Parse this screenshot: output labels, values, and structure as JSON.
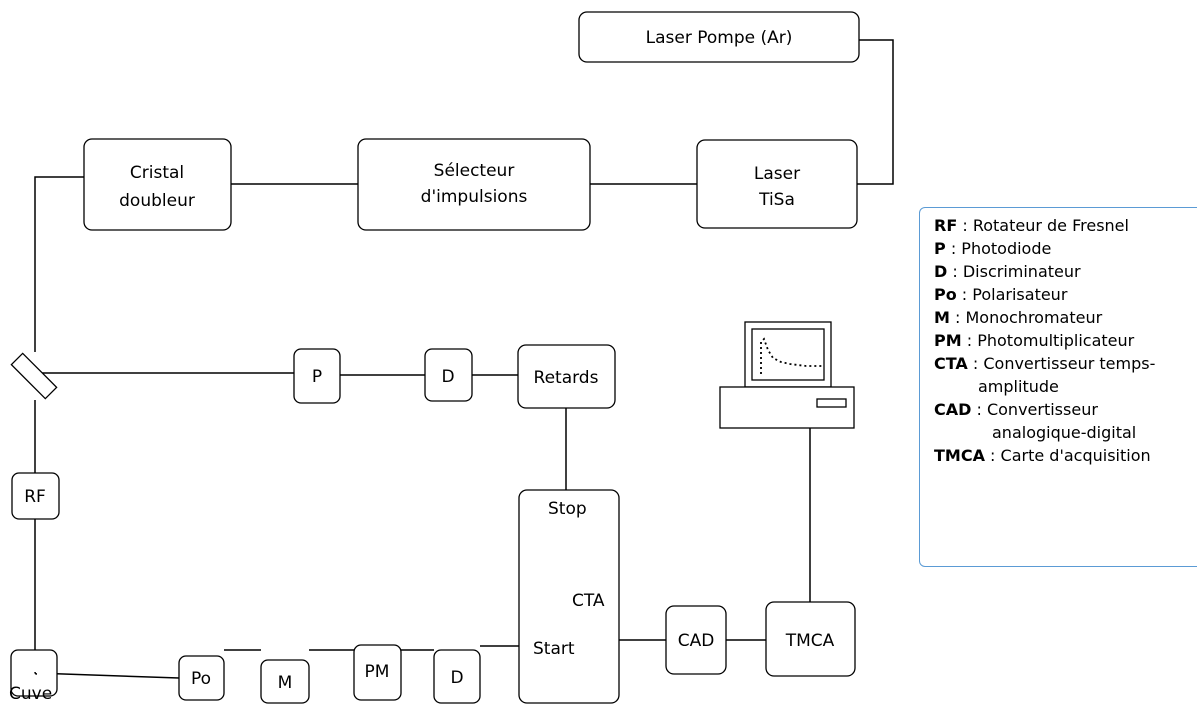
{
  "nodes": {
    "laser_pompe": "Laser Pompe (Ar)",
    "laser_tisa": [
      "Laser",
      "TiSa"
    ],
    "selecteur": [
      "Sélecteur",
      "d'impulsions"
    ],
    "cristal": [
      "Cristal",
      "doubleur"
    ],
    "p": "P",
    "d_top": "D",
    "retards": "Retards",
    "rf": "RF",
    "cuve": "Cuve",
    "po": "Po",
    "m": "M",
    "pm": "PM",
    "d_bottom": "D",
    "cta_stop": "Stop",
    "cta_label": "CTA",
    "cta_start": "Start",
    "cad": "CAD",
    "tmca": "TMCA"
  },
  "legend": [
    {
      "abbr": "RF",
      "sep": " : ",
      "desc": "Rotateur de Fresnel"
    },
    {
      "abbr": "P",
      "sep": " : ",
      "desc": "Photodiode"
    },
    {
      "abbr": "D",
      "sep": " : ",
      "desc": "Discriminateur"
    },
    {
      "abbr": "Po",
      "sep": " : ",
      "desc": "Polarisateur"
    },
    {
      "abbr": "M",
      "sep": " : ",
      "desc": "Monochromateur"
    },
    {
      "abbr": "PM",
      "sep": " : ",
      "desc": "Photomultiplicateur"
    },
    {
      "abbr": "CTA",
      "sep": " : ",
      "desc": "Convertisseur temps-",
      "cont": "amplitude"
    },
    {
      "abbr": "CAD",
      "sep": " : ",
      "desc": "Convertisseur",
      "cont": "analogique-digital"
    },
    {
      "abbr": "TMCA",
      "sep": " : ",
      "desc": "Carte d'acquisition"
    }
  ]
}
